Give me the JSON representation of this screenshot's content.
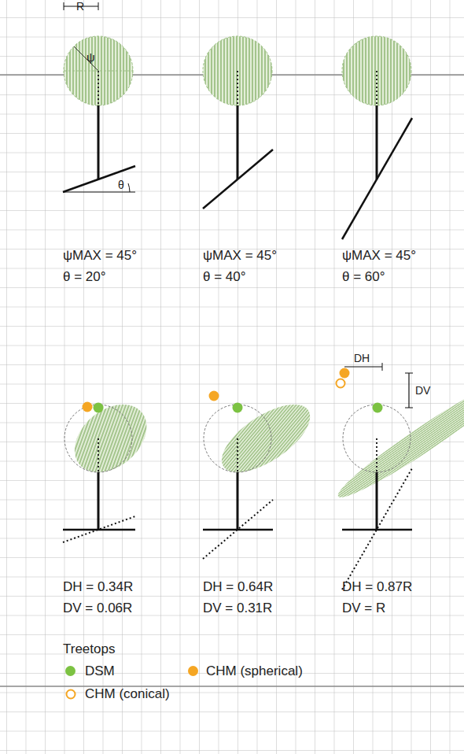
{
  "diagram": {
    "labels": [
      "R",
      "ψ",
      "θ",
      "ψMAX = 45°",
      "θ = 20°",
      "ψMAX = 45°",
      "θ = 40°",
      "ψMAX = 45°",
      "θ = 60°",
      "DH",
      "DV",
      "DH = 0.34R",
      "DV = 0.06R",
      "DH = 0.64R",
      "DV = 0.31R",
      "DH = 0.87R",
      "DV = R",
      "Treetops"
    ],
    "legend": [
      {
        "text": "DSM",
        "color": "#7cc242"
      },
      {
        "text": "CHM (spherical)",
        "color": "#f5a623"
      },
      {
        "text": "CHM (conical)"
      }
    ]
  }
}
